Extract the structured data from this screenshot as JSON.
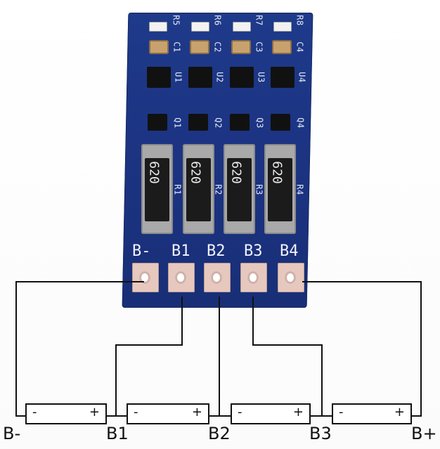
{
  "board": {
    "top_labels": [
      "R5",
      "R6",
      "R7",
      "R8",
      "C1",
      "C2",
      "C3",
      "C4",
      "U1",
      "U2",
      "U3",
      "U4",
      "Q1",
      "Q2",
      "Q3",
      "Q4",
      "R1",
      "R2",
      "R3",
      "R4"
    ],
    "pad_labels": [
      "B-",
      "B1",
      "B2",
      "B3",
      "B4"
    ],
    "resistor_values": [
      "620",
      "620",
      "620",
      "620"
    ]
  },
  "diagram": {
    "cell_signs": {
      "minus": "-",
      "plus": "+"
    },
    "terminals": [
      "B-",
      "B1",
      "B2",
      "B3",
      "B+"
    ]
  }
}
